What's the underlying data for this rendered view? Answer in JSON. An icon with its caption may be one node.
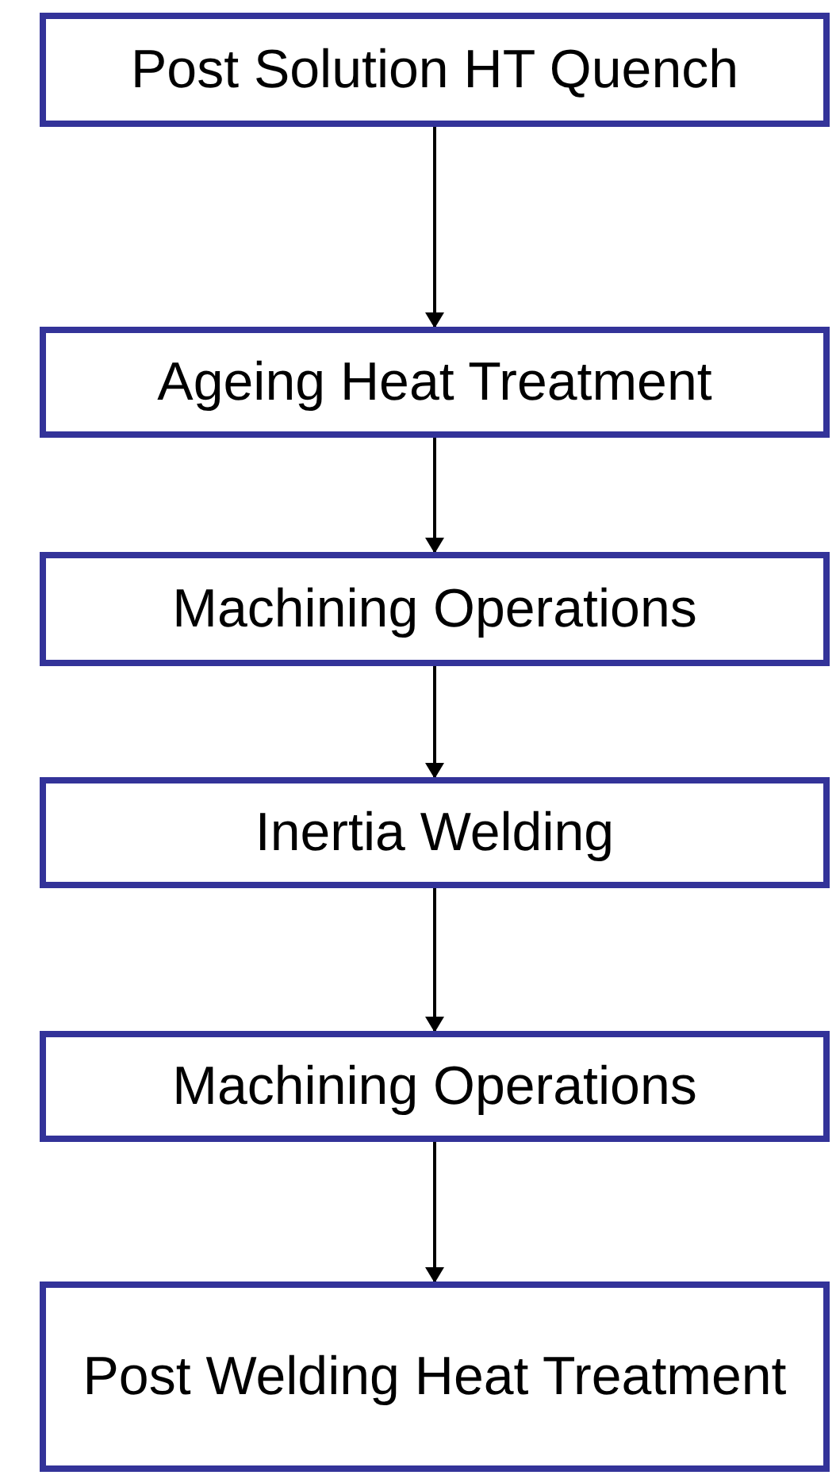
{
  "diagram": {
    "nodes": [
      {
        "text": [
          "Post Solution HT Quench"
        ]
      },
      {
        "text": [
          "Ageing Heat Treatment"
        ]
      },
      {
        "text": [
          "Machining Operations"
        ]
      },
      {
        "text": [
          "Inertia Welding"
        ]
      },
      {
        "text": [
          "Machining Operations"
        ]
      },
      {
        "text": [
          "Post Welding Heat Treatment"
        ]
      }
    ],
    "edges": [
      {
        "from": 0,
        "to": 1,
        "arrow": "to"
      },
      {
        "from": 1,
        "to": 2,
        "arrow": "to"
      },
      {
        "from": 2,
        "to": 3,
        "arrow": "to"
      },
      {
        "from": 3,
        "to": 4,
        "arrow": "to"
      },
      {
        "from": 4,
        "to": 5,
        "arrow": "to"
      }
    ]
  }
}
